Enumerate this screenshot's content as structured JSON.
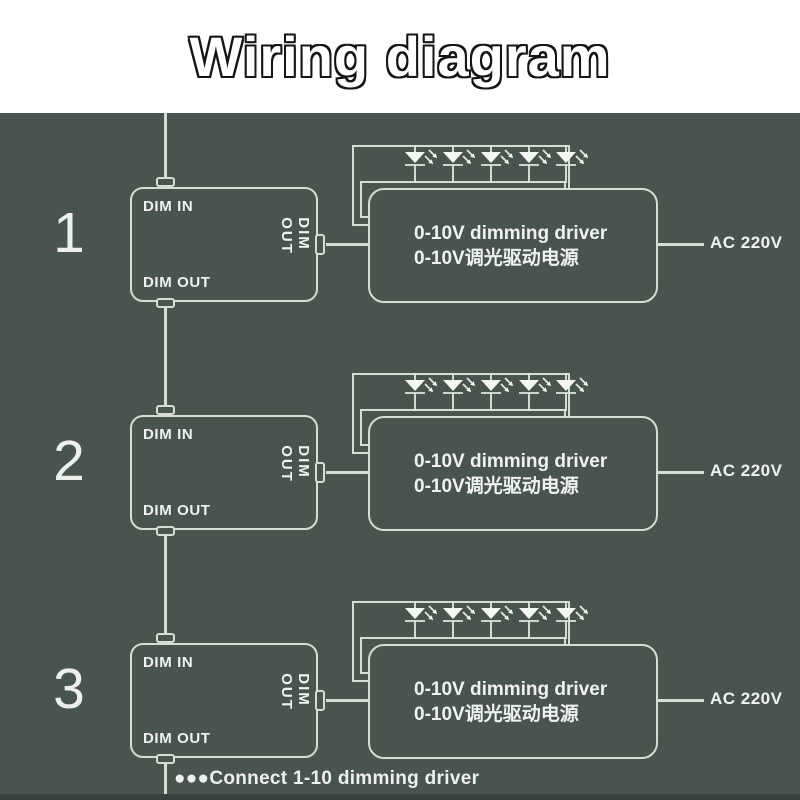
{
  "title": "Wiring diagram",
  "colors": {
    "background": "#4a544f",
    "line": "#d6dbd5",
    "text": "#f0f2ef",
    "banner": "#ffffff",
    "title_fill": "#ffffff",
    "title_outline": "#151515",
    "led_fill": "#f5f7f3",
    "bottom_strip": "#38413c"
  },
  "icons": {
    "led": "led-diode-icon (down triangle with cathode bar and two emission arrows)"
  },
  "sections": [
    {
      "number": "1",
      "dim_in": "DIM IN",
      "dim_out": "DIM OUT",
      "dim_out_side": "DIM OUT",
      "driver_line1": "0-10V dimming driver",
      "driver_line2": "0-10V调光驱动电源",
      "ac_label": "AC 220V"
    },
    {
      "number": "2",
      "dim_in": "DIM IN",
      "dim_out": "DIM OUT",
      "dim_out_side": "DIM OUT",
      "driver_line1": "0-10V dimming driver",
      "driver_line2": "0-10V调光驱动电源",
      "ac_label": "AC 220V"
    },
    {
      "number": "3",
      "dim_in": "DIM IN",
      "dim_out": "DIM OUT",
      "dim_out_side": "DIM OUT",
      "driver_line1": "0-10V dimming driver",
      "driver_line2": "0-10V调光驱动电源",
      "ac_label": "AC 220V"
    }
  ],
  "footer": {
    "note": "●●●Connect 1-10 dimming driver"
  }
}
